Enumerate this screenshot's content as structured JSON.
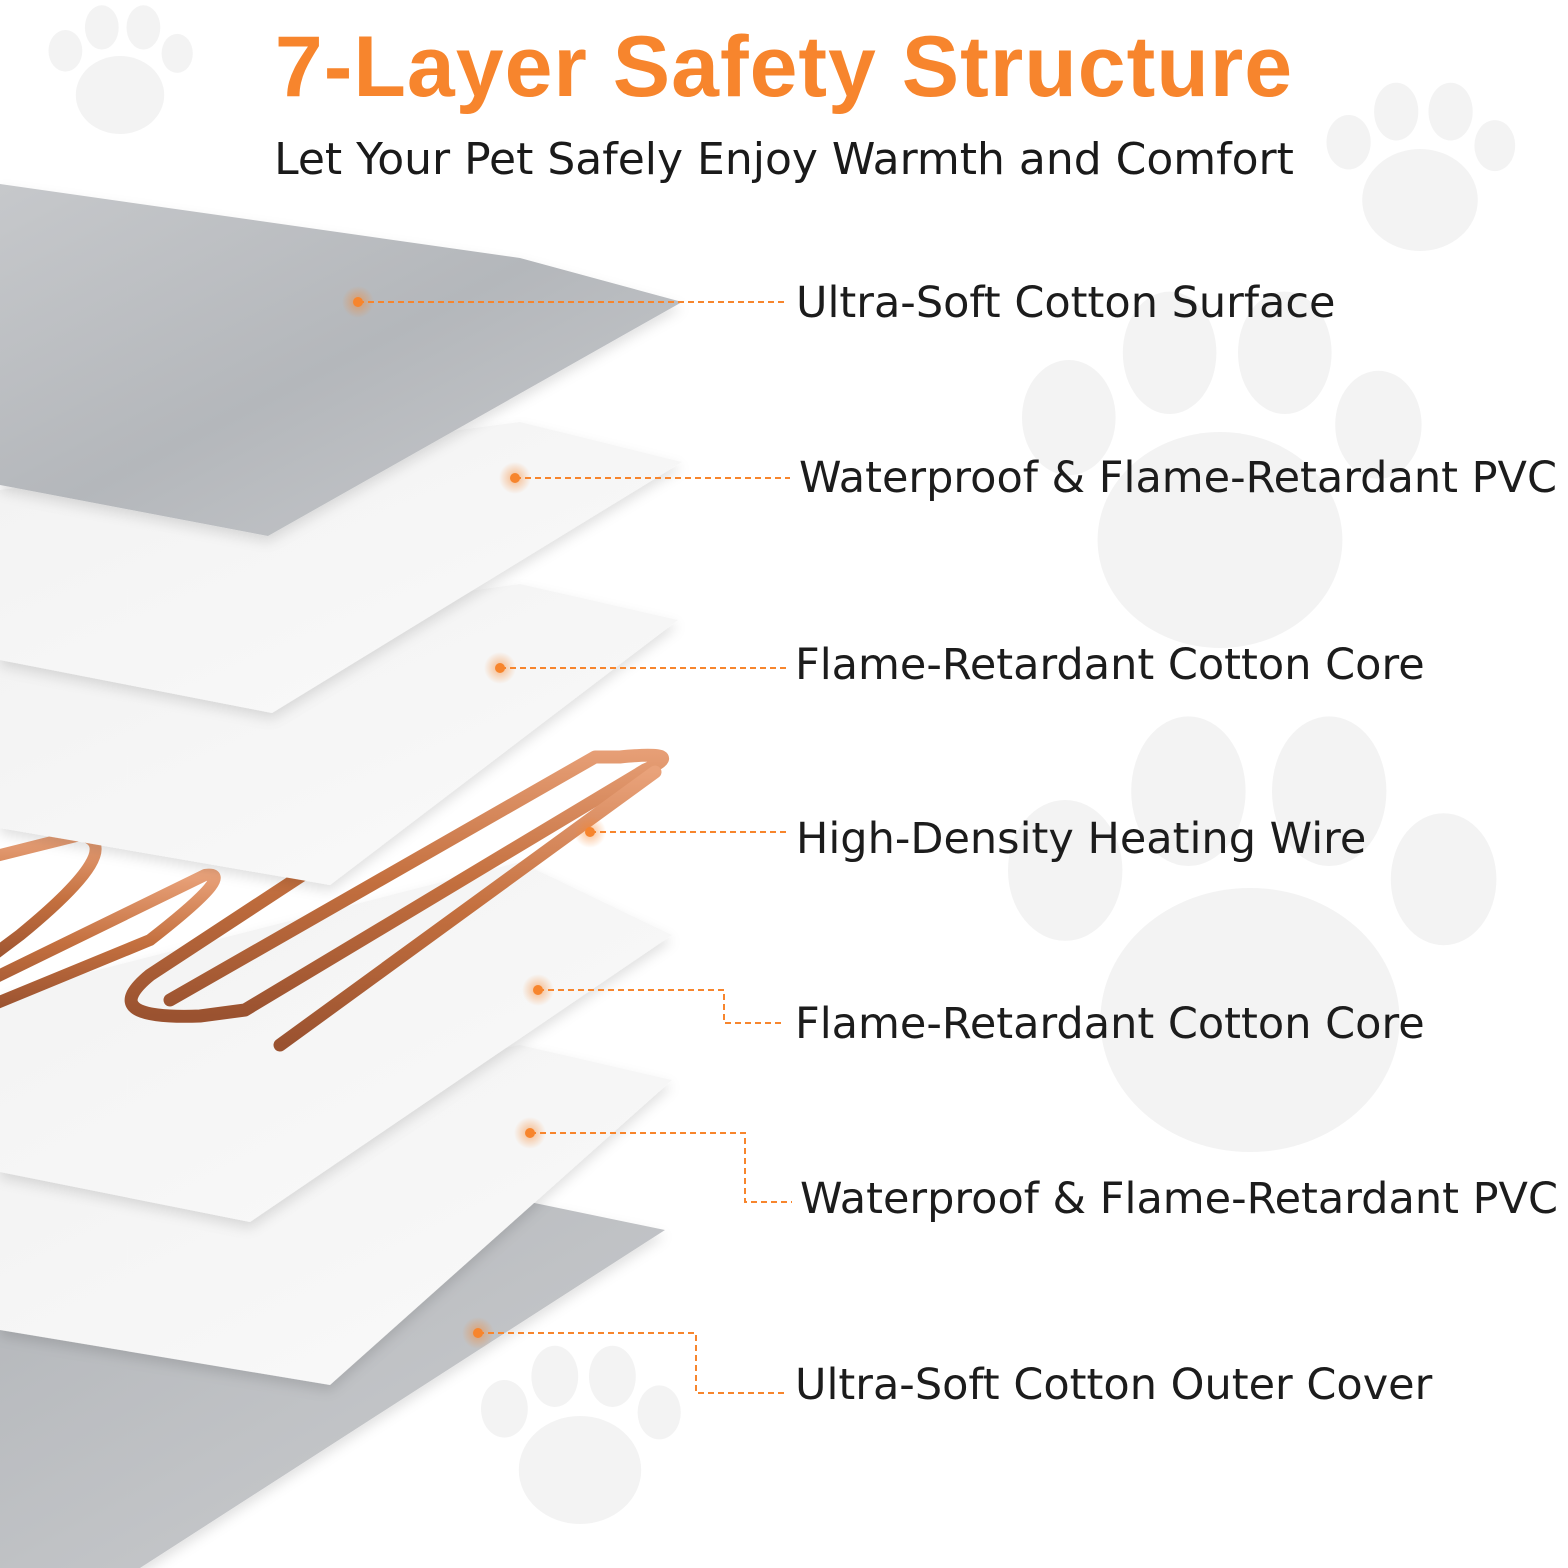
{
  "header": {
    "title": "7-Layer Safety Structure",
    "subtitle": "Let Your Pet Safely Enjoy Warmth and Comfort"
  },
  "layers": [
    {
      "label": "Ultra-Soft Cotton Surface"
    },
    {
      "label": "Waterproof & Flame-Retardant PVC"
    },
    {
      "label": "Flame-Retardant Cotton Core"
    },
    {
      "label": "High-Density Heating Wire"
    },
    {
      "label": "Flame-Retardant Cotton Core"
    },
    {
      "label": "Waterproof & Flame-Retardant PVC"
    },
    {
      "label": "Ultra-Soft Cotton Outer Cover"
    }
  ],
  "colors": {
    "accent": "#f7852d",
    "copper": "#c8774a",
    "fabric_gray": "#b9bcc0",
    "sheet_white": "#f5f5f5"
  },
  "icons": [
    "paw-print-icon"
  ]
}
